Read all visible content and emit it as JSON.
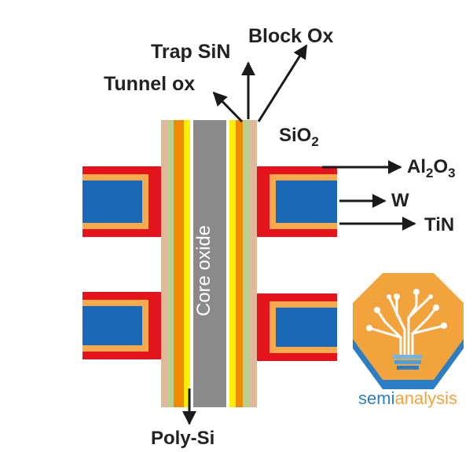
{
  "labels": {
    "block_ox": "Block Ox",
    "trap_sin": "Trap SiN",
    "tunnel_ox": "Tunnel ox",
    "sio2_base": "SiO",
    "sio2_sub": "2",
    "al2o3_a": "Al",
    "al2o3_a_sub": "2",
    "al2o3_b": "O",
    "al2o3_b_sub": "3",
    "w": "W",
    "tin": "TiN",
    "core_oxide": "Core oxide",
    "poly_si": "Poly-Si"
  },
  "logo": {
    "part1": "semi",
    "part2": "analysis"
  },
  "colors": {
    "sio2": "#e0b89a",
    "tunnel_ox": "#b8d08e",
    "trap_sin": "#ffee00",
    "block_ox": "#f08a00",
    "poly_si": "#8a8a8a",
    "al2o3": "#e3141c",
    "tin": "#f7a94e",
    "w": "#1a69b4",
    "logo_orange": "#f3a33c",
    "logo_blue": "#2b7ec3"
  }
}
